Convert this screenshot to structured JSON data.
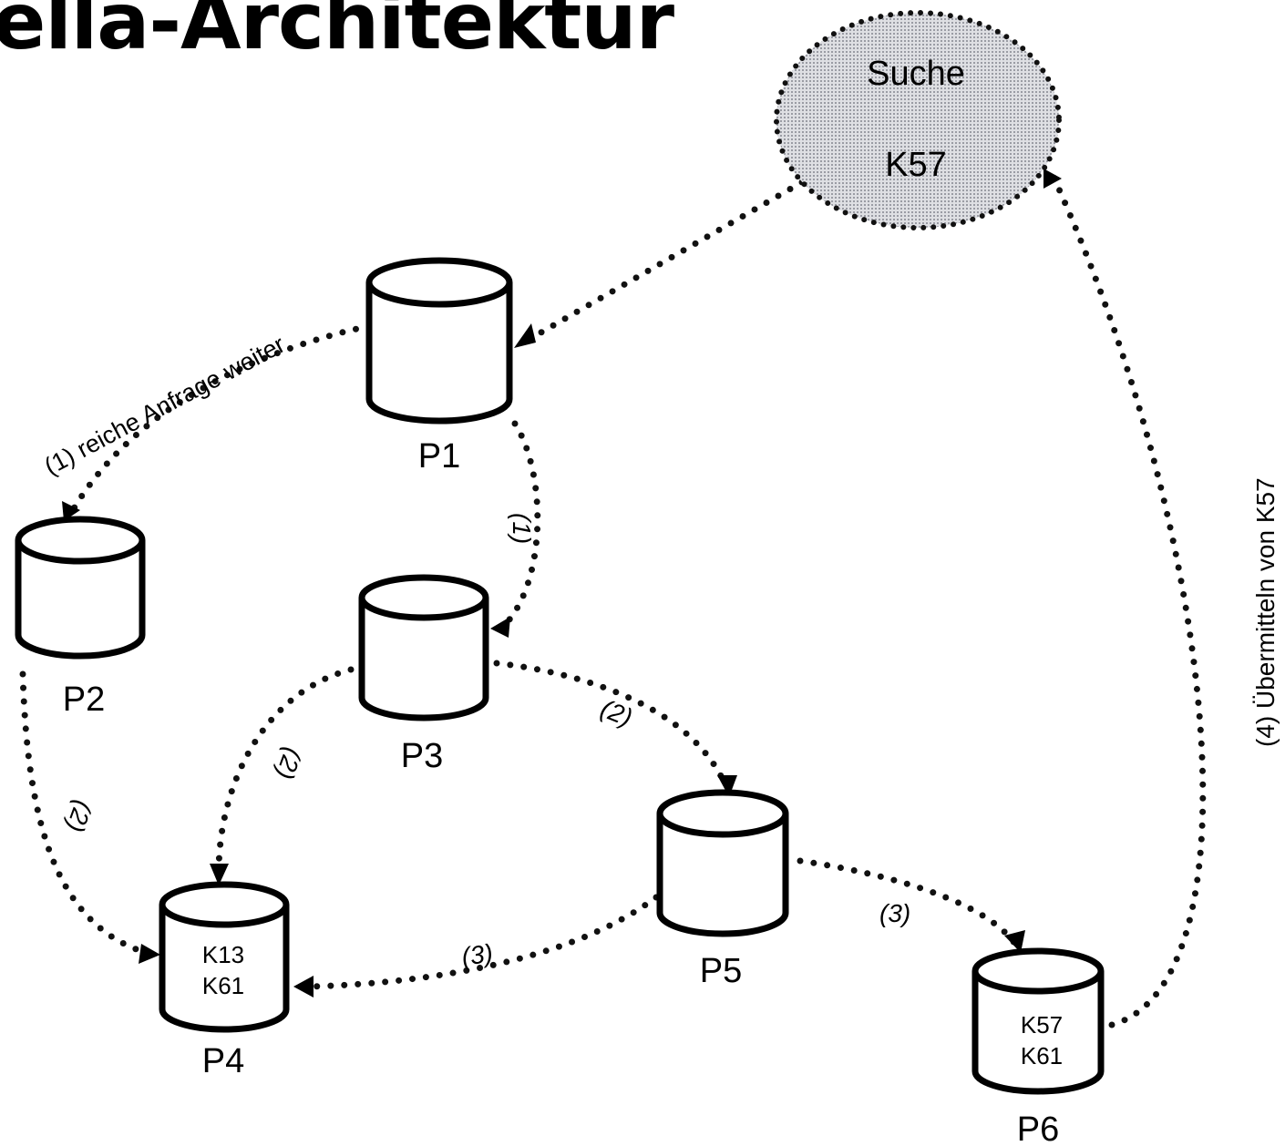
{
  "title": "ella-Architektur",
  "search": {
    "line1": "Suche",
    "line2": "K57"
  },
  "peers": [
    {
      "id": "P1",
      "label": "P1",
      "contents": []
    },
    {
      "id": "P2",
      "label": "P2",
      "contents": []
    },
    {
      "id": "P3",
      "label": "P3",
      "contents": []
    },
    {
      "id": "P4",
      "label": "P4",
      "contents": [
        "K13",
        "K61"
      ]
    },
    {
      "id": "P5",
      "label": "P5",
      "contents": []
    },
    {
      "id": "P6",
      "label": "P6",
      "contents": [
        "K57",
        "K61"
      ]
    }
  ],
  "edges": [
    {
      "from": "Suche",
      "to": "P1",
      "label": ""
    },
    {
      "from": "P1",
      "to": "P2",
      "label": "(1) reiche Anfrage weiter"
    },
    {
      "from": "P1",
      "to": "P3",
      "label": "(1)"
    },
    {
      "from": "P2",
      "to": "P4",
      "label": "(2)"
    },
    {
      "from": "P3",
      "to": "P4",
      "label": "(2)"
    },
    {
      "from": "P3",
      "to": "P5",
      "label": "(2)"
    },
    {
      "from": "P5",
      "to": "P4",
      "label": "(3)"
    },
    {
      "from": "P5",
      "to": "P6",
      "label": "(3)"
    },
    {
      "from": "P6",
      "to": "Suche",
      "label": "(4) Übermitteln von K57"
    }
  ]
}
